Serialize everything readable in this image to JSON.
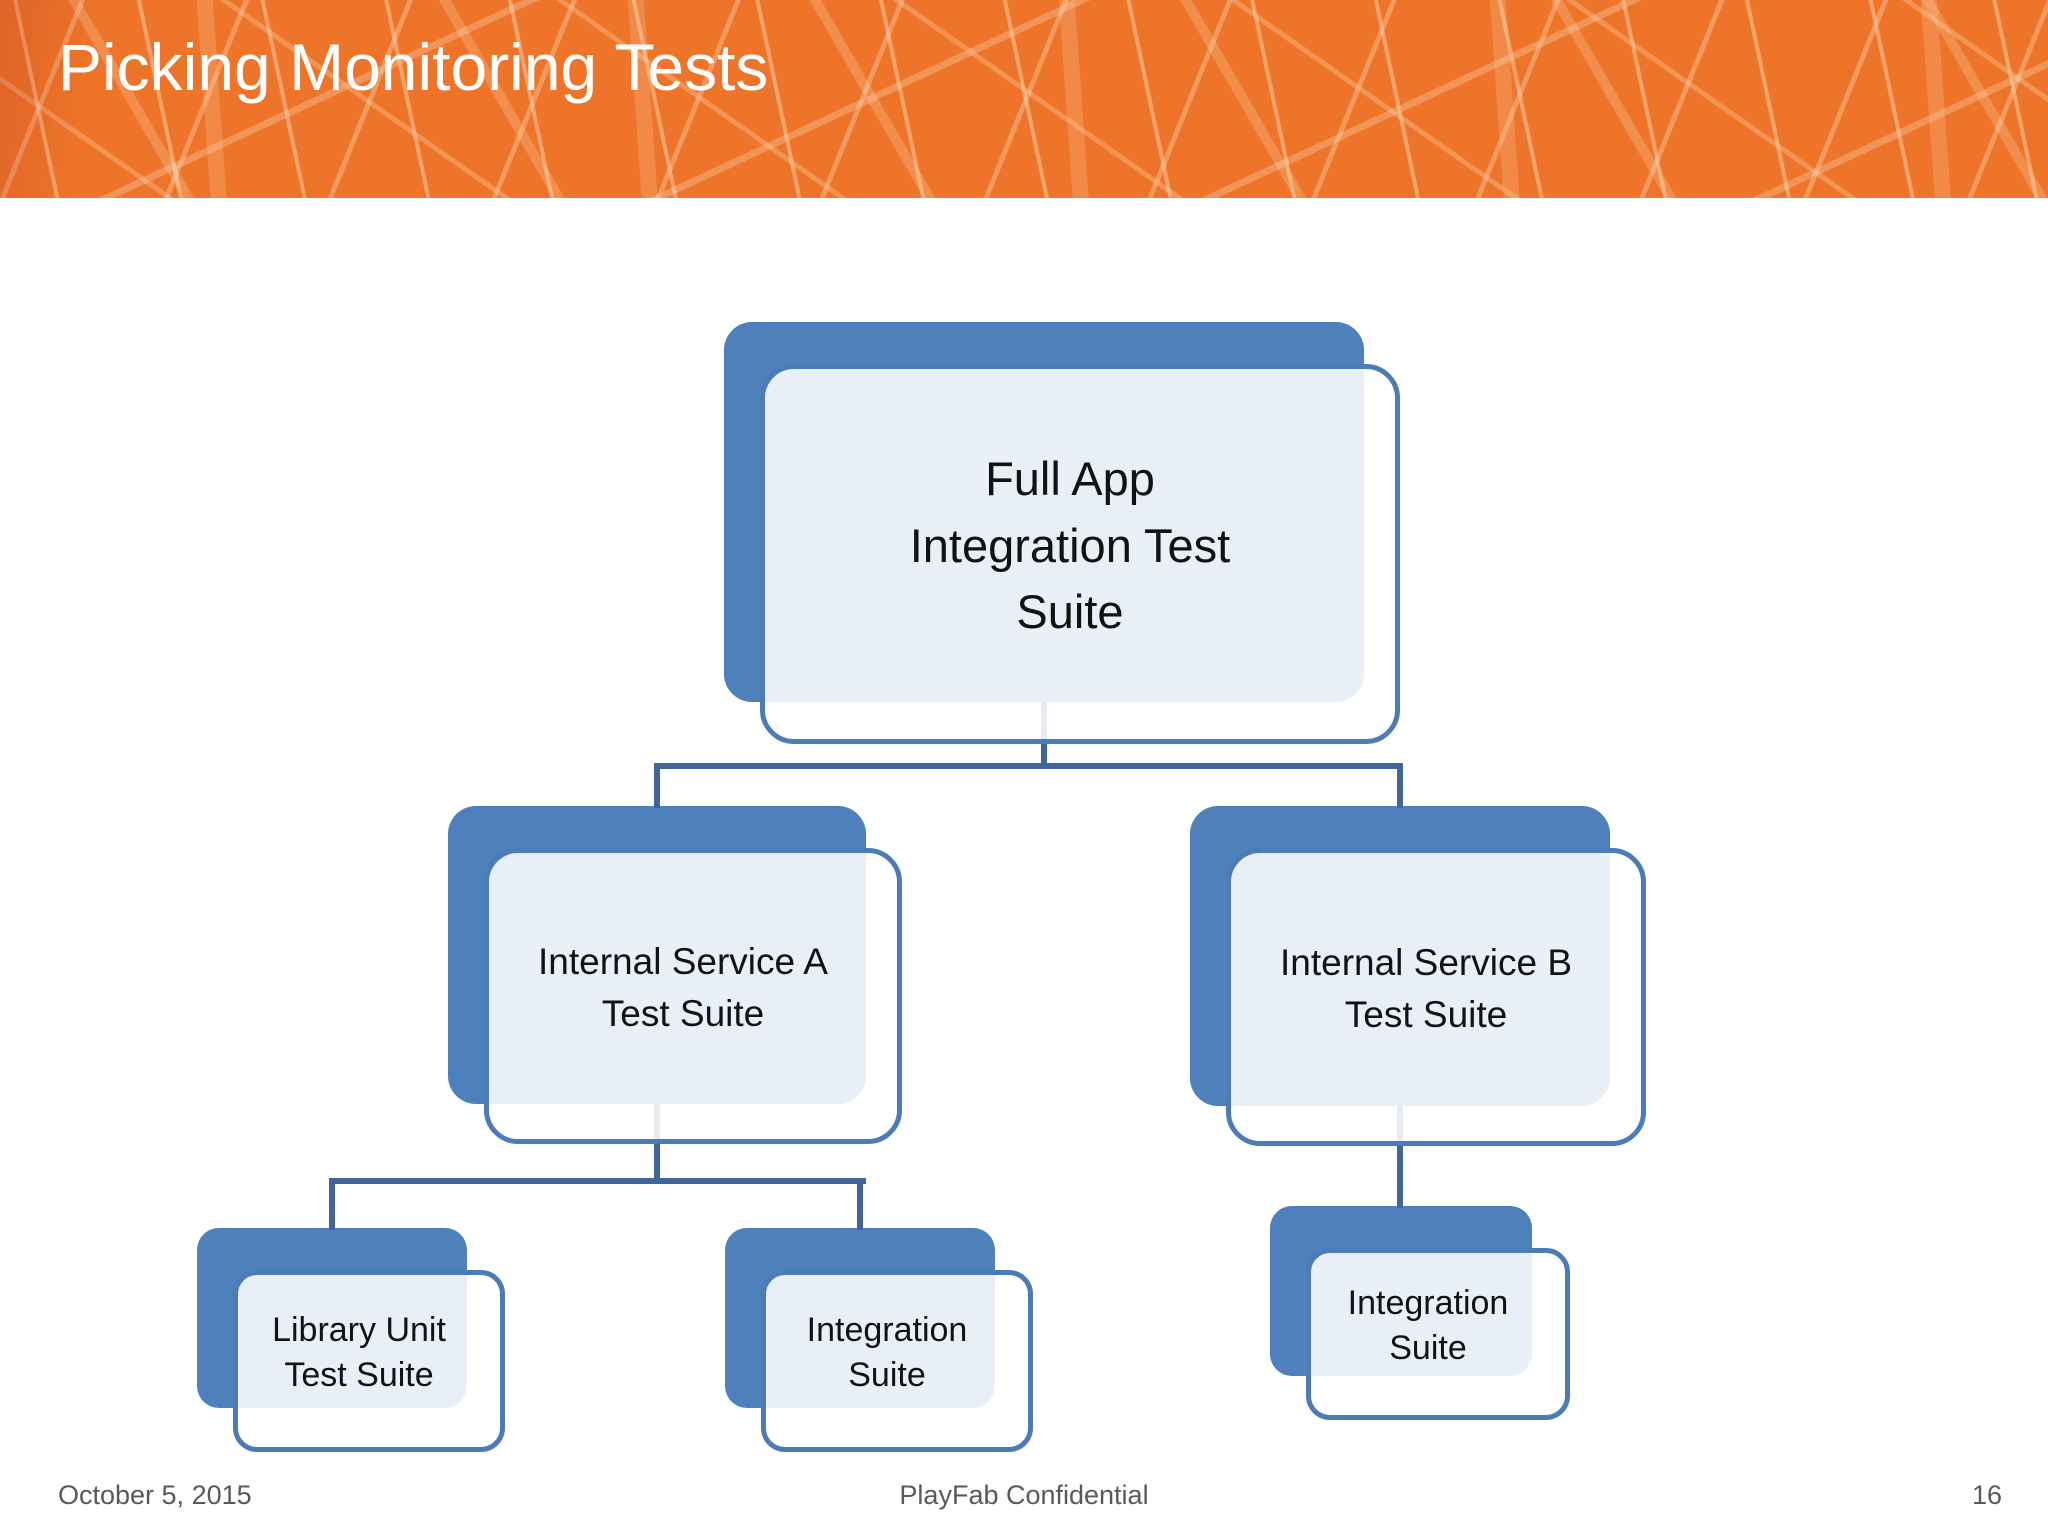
{
  "slide": {
    "title": "Picking Monitoring Tests",
    "footer": {
      "date": "October 5, 2015",
      "center": "PlayFab Confidential",
      "page_number": "16"
    }
  },
  "colors": {
    "header_orange": "#ED7428",
    "node_blue": "#4E80BC",
    "node_border_blue": "#4C7CB8",
    "connector_blue": "#40669B",
    "footer_gray": "#58595b",
    "title_white": "#FFFFFF"
  },
  "diagram": {
    "type": "org-chart-hierarchy",
    "levels": 3,
    "nodes": [
      {
        "id": "root",
        "label": "Full App\nIntegration Test\nSuite",
        "parent": null
      },
      {
        "id": "svcA",
        "label": "Internal Service A\nTest Suite",
        "parent": "root"
      },
      {
        "id": "svcB",
        "label": "Internal Service B\nTest Suite",
        "parent": "root"
      },
      {
        "id": "libUnit",
        "label": "Library Unit\nTest Suite",
        "parent": "svcA"
      },
      {
        "id": "intA",
        "label": "Integration\nSuite",
        "parent": "svcA"
      },
      {
        "id": "intB",
        "label": "Integration\nSuite",
        "parent": "svcB"
      }
    ]
  }
}
